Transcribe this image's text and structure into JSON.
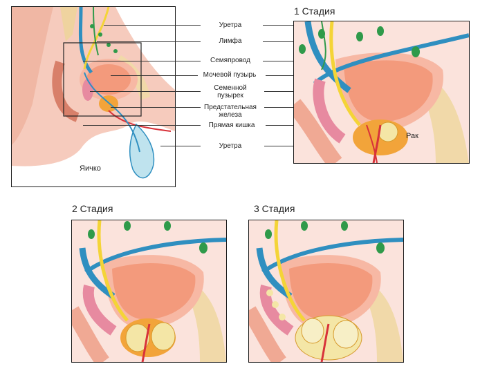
{
  "labels": {
    "urethra_top": "Уретра",
    "lymph": "Лимфа",
    "vas_deferens": "Семяпровод",
    "bladder": "Мочевой пузырь",
    "seminal_line1": "Семенной",
    "seminal_line2": "пузырек",
    "prostate_line1": "Предстательная",
    "prostate_line2": "железа",
    "rectum": "Прямая кишка",
    "urethra_bottom": "Уретра"
  },
  "testicle_label": "Яичко",
  "cancer_label": "Рак",
  "stages": {
    "stage1": "1 Стадия",
    "stage2": "2 Стадия",
    "stage3": "3 Стадия"
  },
  "colors": {
    "skin": "#f6c9bb",
    "bladder": "#f39a7c",
    "bladder_wall": "#f7b8a4",
    "vessel_blue": "#2f8fc0",
    "urethra_yellow": "#f4d437",
    "lymph_green": "#2f9a4a",
    "prostate_orange": "#f2a43a",
    "tumor": "#f4e6a6",
    "bone": "#f1d9a9",
    "vesicle_pink": "#e78aa0",
    "artery_red": "#d8323a"
  }
}
